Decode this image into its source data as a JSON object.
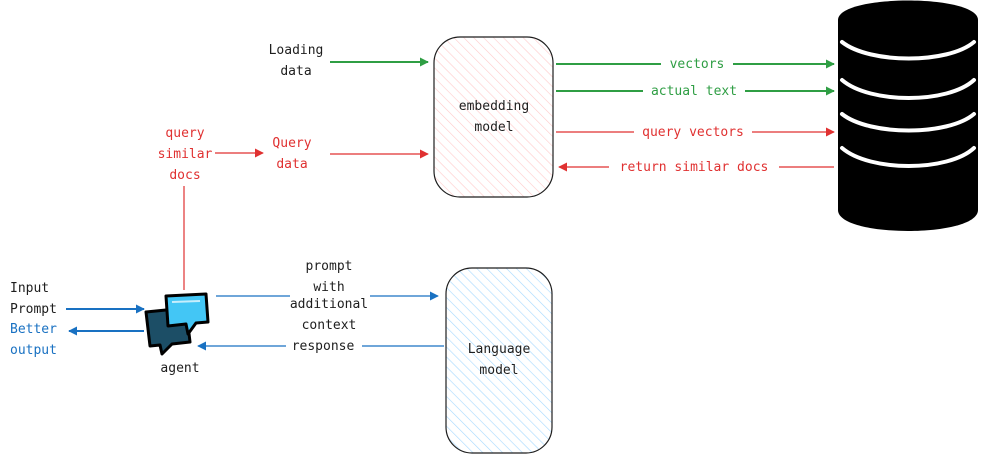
{
  "colors": {
    "green": "#2f9e44",
    "red": "#e03131",
    "blue": "#1971c2",
    "dark": "#1e1e1e",
    "embed_fill": "#ffc9c9",
    "lm_fill": "#a5d8ff",
    "db_fill": "#000000",
    "agent_dark": "#1c4e66",
    "agent_light": "#43c6f5"
  },
  "labels": {
    "loading_data": [
      "Loading",
      "data"
    ],
    "query_similar_docs": [
      "query",
      "similar",
      "docs"
    ],
    "query_data": [
      "Query",
      "data"
    ],
    "embedding_model": [
      "embedding",
      "model"
    ],
    "vectors": "vectors",
    "actual_text": "actual text",
    "query_vectors": "query vectors",
    "return_similar_docs": "return similar docs",
    "input_prompt": [
      "Input",
      "Prompt"
    ],
    "better_output": [
      "Better",
      "output"
    ],
    "agent": "agent",
    "prompt_context": [
      "prompt",
      "with",
      "additional",
      "context"
    ],
    "response": "response",
    "language_model": [
      "Language",
      "model"
    ]
  }
}
